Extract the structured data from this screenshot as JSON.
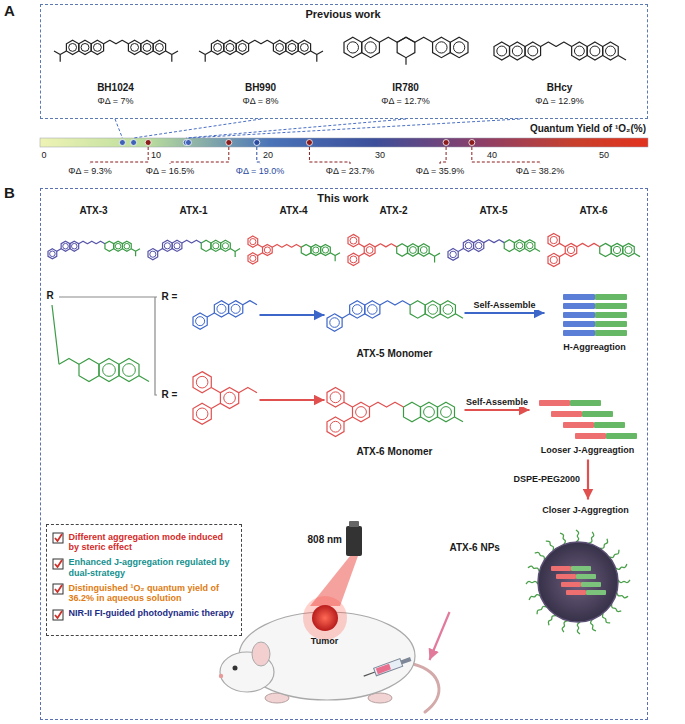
{
  "diagram": {
    "nodes": [
      {
        "text": [
          "Previous work"
        ]
      },
      {
        "text": [
          "BH1024",
          "ΦΔ = 7%"
        ],
        "in": 0
      },
      {
        "text": [
          "BH990",
          "ΦΔ = 8%"
        ],
        "in": 0
      },
      {
        "text": [
          "IR780",
          "ΦΔ = 12.7%"
        ],
        "in": 0
      },
      {
        "text": [
          "BHcy",
          "ΦΔ = 12.9%"
        ],
        "in": 0
      },
      {
        "text": [
          "This work"
        ]
      },
      {
        "text": [
          "ATX-3"
        ],
        "in": 5
      },
      {
        "text": [
          "ATX-1"
        ],
        "in": 5
      },
      {
        "text": [
          "ATX-4"
        ],
        "in": 5
      },
      {
        "text": [
          "ATX-2"
        ],
        "in": 5
      },
      {
        "text": [
          "ATX-5"
        ],
        "in": 5
      },
      {
        "text": [
          "ATX-6"
        ],
        "in": 5
      },
      {
        "text": [
          "R",
          "R =",
          "R ="
        ],
        "in": 5
      },
      {
        "text": [
          "ATX-5 Monomer"
        ],
        "in": 5
      },
      {
        "text": [
          "H-Aggreagtion"
        ],
        "in": 5
      },
      {
        "text": [
          "ATX-6 Monomer"
        ],
        "in": 5
      },
      {
        "text": [
          "Looser J-Aggreagtion"
        ],
        "in": 5
      },
      {
        "text": [
          "Closer J-Aggregtion",
          "ATX-6 NPs"
        ],
        "in": 5
      },
      {
        "text": [
          "Different aggregation mode induced by steric effect",
          "Enhanced J-aggregation regulated by dual-strategy",
          "Distinguished ¹O₂ quantum yield of 36.2% in aqueous solution",
          "NIR-II FI-guided photodynamic therapy"
        ],
        "in": 5
      },
      {
        "text": [
          "Tumor"
        ],
        "in": 5
      }
    ],
    "edges": [
      {
        "from": 12,
        "to": 13,
        "arrow": "to"
      },
      {
        "from": 12,
        "to": 15,
        "arrow": "to"
      },
      {
        "from": 13,
        "to": 14,
        "arrow": "to",
        "label": "Self-Assemble"
      },
      {
        "from": 15,
        "to": 16,
        "arrow": "to",
        "label": "Self-Assemble"
      },
      {
        "from": 16,
        "to": 17,
        "arrow": "to",
        "label": "DSPE-PEG2000"
      },
      {
        "from": 17,
        "to": 19,
        "arrow": "to"
      }
    ],
    "labels": [
      "A",
      "Quantum Yield of ¹O₂(%)",
      "0",
      "10",
      "20",
      "30",
      "40",
      "50",
      "ΦΔ = 9.3%",
      "ΦΔ = 16.5%",
      "ΦΔ = 19.0%",
      "ΦΔ = 23.7%",
      "ΦΔ = 35.9%",
      "ΦΔ = 38.2%",
      "B",
      "808 nm"
    ]
  }
}
